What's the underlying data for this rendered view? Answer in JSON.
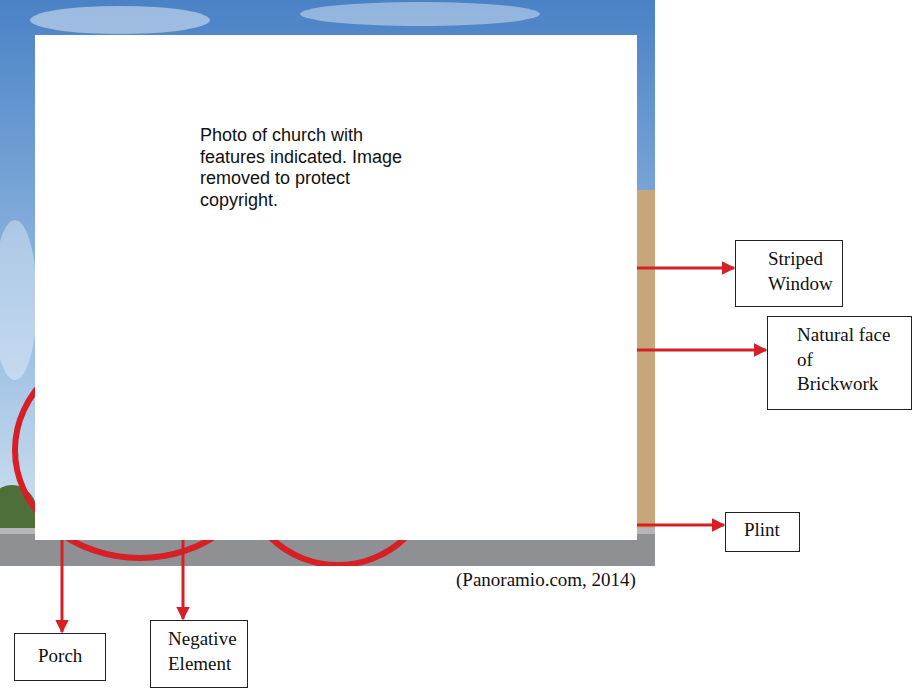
{
  "diagram": {
    "caption": "(Panoramio.com, 2014)",
    "nodes": [
      {
        "text": [
          "Photo of church with features indicated. Image removed to protect copyright."
        ]
      },
      {
        "text": [
          "Striped Window"
        ]
      },
      {
        "text": [
          "Natural face of Brickwork"
        ]
      },
      {
        "text": [
          "Plint"
        ]
      },
      {
        "text": [
          "Porch"
        ]
      },
      {
        "text": [
          "Negative Element"
        ]
      }
    ],
    "edges": [
      {
        "from": 0,
        "to": 1,
        "arrow": "to"
      },
      {
        "from": 0,
        "to": 2,
        "arrow": "to"
      },
      {
        "from": 0,
        "to": 3,
        "arrow": "to"
      },
      {
        "from": 0,
        "to": 4,
        "arrow": "to"
      },
      {
        "from": 0,
        "to": 5,
        "arrow": "to"
      }
    ]
  }
}
